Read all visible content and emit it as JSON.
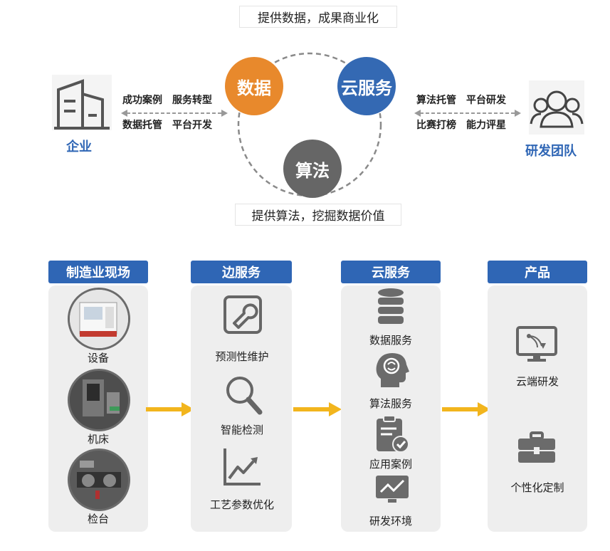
{
  "top": {
    "caption_top": "提供数据，成果商业化",
    "caption_bottom": "提供算法，挖掘数据价值",
    "circles": {
      "data": {
        "label": "数据",
        "color": "#e8892c"
      },
      "cloud": {
        "label": "云服务",
        "color": "#3469b3"
      },
      "algorithm": {
        "label": "算法",
        "color": "#666666"
      }
    },
    "enterprise": {
      "name": "企业",
      "label_top": "成功案例　服务转型",
      "label_bottom": "数据托管　平台开发"
    },
    "rd_team": {
      "name": "研发团队",
      "label_top": "算法托管　平台研发",
      "label_bottom": "比赛打榜　能力评星"
    }
  },
  "columns": [
    {
      "header": "制造业现场",
      "items": [
        "设备",
        "机床",
        "检台"
      ]
    },
    {
      "header": "边服务",
      "items": [
        "预测性维护",
        "智能检测",
        "工艺参数优化"
      ]
    },
    {
      "header": "云服务",
      "items": [
        "数据服务",
        "算法服务",
        "应用案例",
        "研发环境"
      ]
    },
    {
      "header": "产品",
      "items": [
        "云端研发",
        "个性化定制"
      ]
    }
  ],
  "colors": {
    "header_blue": "#2f66b5",
    "arrow_yellow": "#f2b51d",
    "panel_gray": "#eeeeee"
  }
}
